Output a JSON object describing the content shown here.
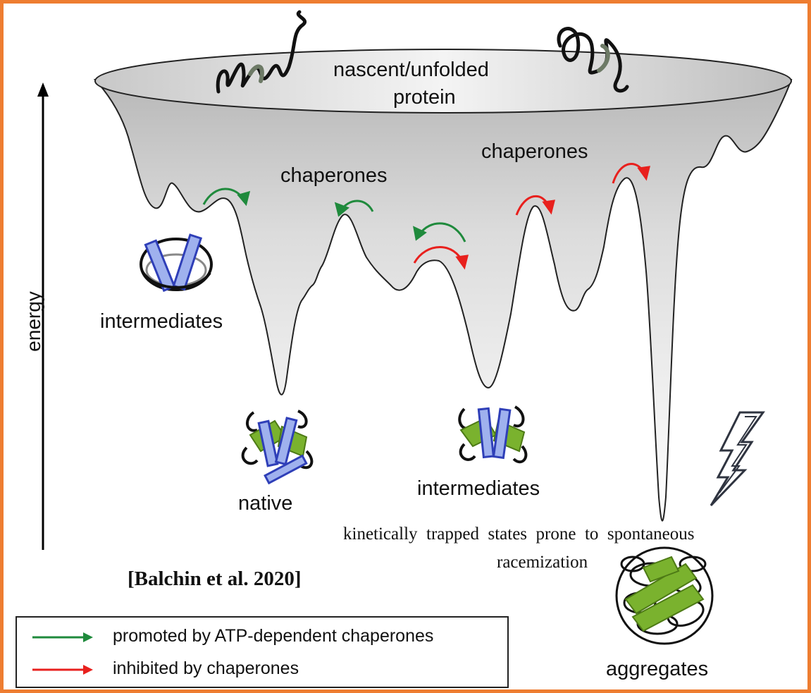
{
  "axis": {
    "label": "energy"
  },
  "labels": {
    "top": [
      "nascent/unfolded",
      "protein"
    ],
    "chaperones_left": "chaperones",
    "chaperones_right": "chaperones",
    "intermediates_left": "intermediates",
    "native": "native",
    "intermediates_center": "intermediates",
    "aggregates": "aggregates",
    "trapped": [
      "kinetically  trapped  states  prone  to  spontaneous",
      "racemization"
    ],
    "citation": "[Balchin et al. 2020]"
  },
  "legend": {
    "items": [
      {
        "label": "promoted by ATP-dependent chaperones",
        "color": "#1f8a3c"
      },
      {
        "label": "inhibited by chaperones",
        "color": "#e8201d"
      }
    ]
  },
  "colors": {
    "border": "#ee7d31",
    "promoted": "#1f8a3c",
    "inhibited": "#e8201d",
    "helix": "#2f3fb8",
    "sheet": "#7ab22e"
  },
  "icons": [
    "protein-coil-icon",
    "intermediate-protein-icon",
    "native-protein-icon",
    "aggregate-icon",
    "lightning-icon"
  ]
}
